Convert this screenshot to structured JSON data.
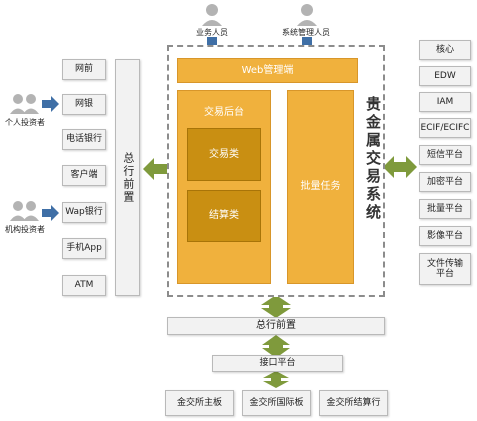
{
  "actors": {
    "business_staff": "业务人员",
    "sys_admin": "系统管理人员",
    "individual_investor": "个人投资者",
    "institution_investor": "机构投资者"
  },
  "channels": [
    "网前",
    "网银",
    "电话银行",
    "客户端",
    "Wap银行",
    "手机App",
    "ATM"
  ],
  "front_left": "总行前置",
  "core": {
    "title": "贵金属交易系统",
    "web_mgmt": "Web管理端",
    "trade_backend": "交易后台",
    "trade_class": "交易类",
    "settle_class": "结算类",
    "batch_task": "批量任务"
  },
  "external_systems": [
    "核心",
    "EDW",
    "IAM",
    "ECIF/ECIFC",
    "短信平台",
    "加密平台",
    "批量平台",
    "影像平台",
    "文件传输平台"
  ],
  "bottom": {
    "front": "总行前置",
    "interface": "接口平台",
    "exchanges": [
      "金交所主板",
      "金交所国际板",
      "金交所结算行"
    ]
  },
  "colors": {
    "gold": "#f0b13d",
    "gold_dark": "#c98f12",
    "arrow_green": "#7f9a3c",
    "arrow_blue": "#3f6fa6",
    "box_fill": "#f2f2f2"
  }
}
